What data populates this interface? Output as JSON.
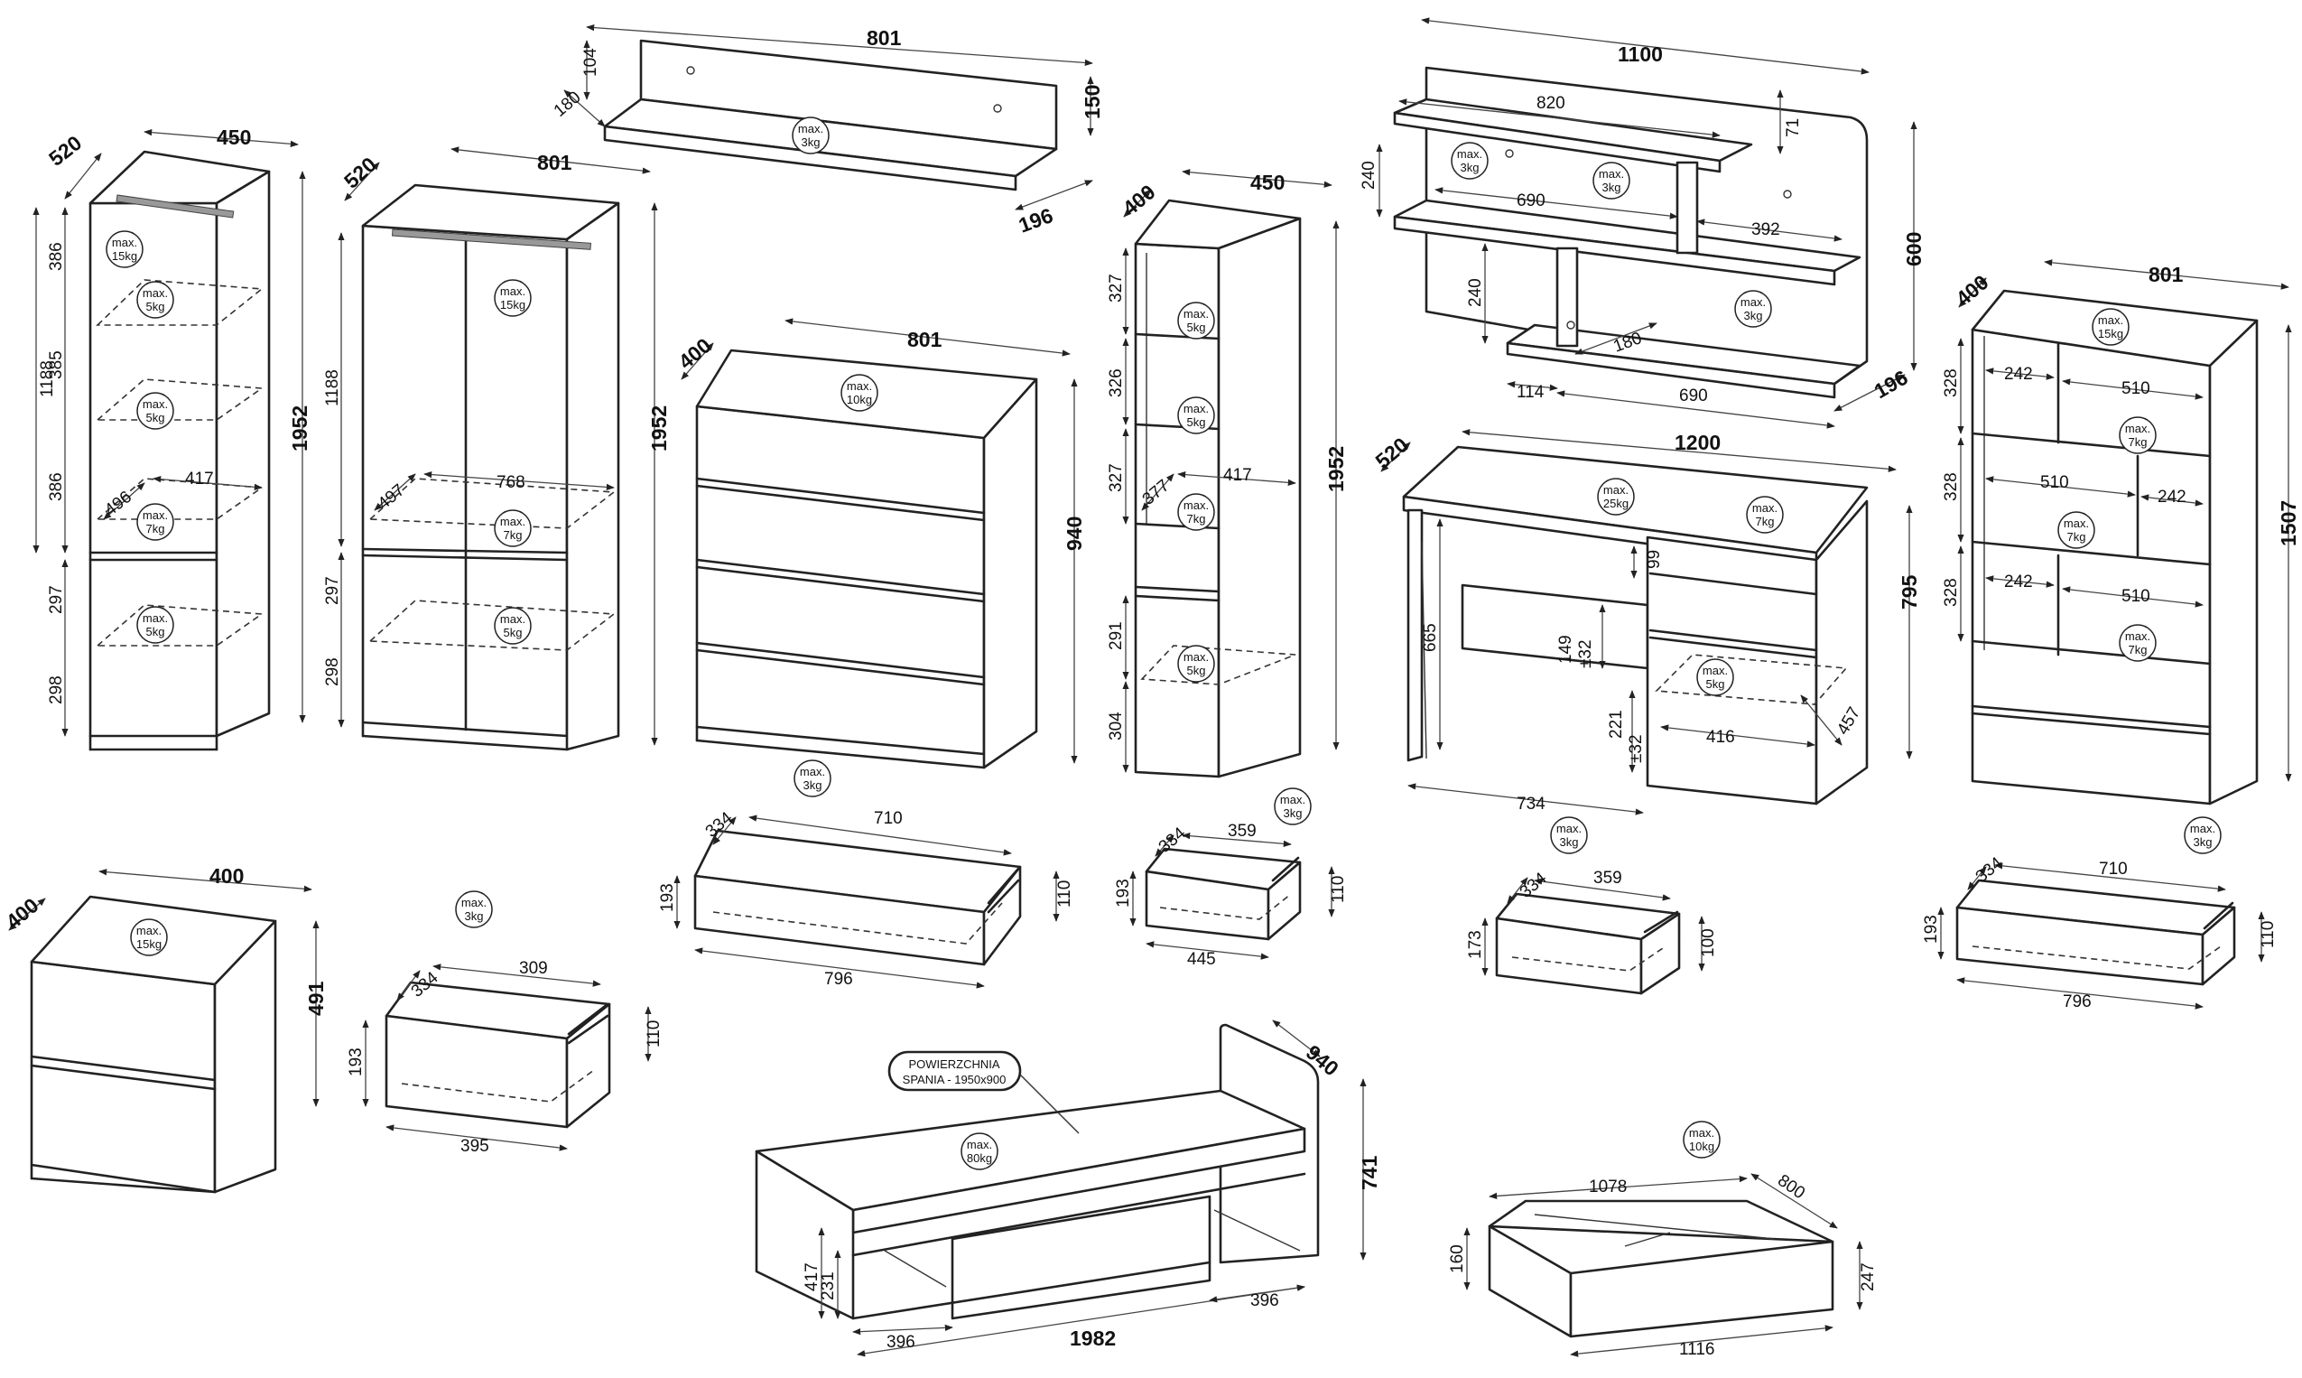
{
  "load_labels": {
    "max": "max.",
    "kg3": "3kg",
    "kg5": "5kg",
    "kg7": "7kg",
    "kg10": "10kg",
    "kg15": "15kg",
    "kg25": "25kg",
    "kg80": "80kg"
  },
  "bed_label": {
    "line1": "POWIERZCHNIA",
    "line2": "SPANIA - 1950x900"
  },
  "cabinet_narrow": {
    "depth": "520",
    "width": "450",
    "height": "1952",
    "upper_section": "1188",
    "shelf_1": "386",
    "shelf_2": "385",
    "shelf_3": "386",
    "lower_1": "297",
    "lower_2": "298",
    "shelf_depth": "496",
    "shelf_width": "417"
  },
  "wardrobe": {
    "depth": "520",
    "width": "801",
    "height": "1952",
    "upper_section": "1188",
    "lower_1": "297",
    "lower_2": "298",
    "shelf_depth": "497",
    "shelf_width": "768"
  },
  "wall_shelf": {
    "width": "801",
    "back_height": "104",
    "shelf_depth_top": "180",
    "height": "150",
    "depth": "196"
  },
  "chest_of_drawers": {
    "depth": "400",
    "width": "801",
    "height": "940",
    "drawer_depth": "334",
    "drawer_inner_width": "710",
    "drawer_height": "193",
    "drawer_side": "110",
    "drawer_width": "796"
  },
  "bookcase_narrow": {
    "depth": "400",
    "width": "450",
    "height": "1952",
    "shelf_1": "327",
    "shelf_2": "326",
    "shelf_3": "327",
    "lower_1": "291",
    "lower_2": "304",
    "shelf_depth": "377",
    "shelf_width": "417",
    "drawer_depth": "334",
    "drawer_inner_width": "359",
    "drawer_height": "193",
    "drawer_side": "110",
    "drawer_width": "445"
  },
  "wall_unit": {
    "width": "1100",
    "top_shelf": "820",
    "offset": "71",
    "height_a": "240",
    "height_b": "240",
    "mid_shelf": "690",
    "right_shelf": "392",
    "height": "600",
    "bottom_depth": "180",
    "side_offset": "114",
    "bottom_shelf": "690",
    "depth": "196"
  },
  "desk": {
    "depth": "520",
    "width": "1200",
    "height": "795",
    "leg_height": "665",
    "drawer_small": "99",
    "front_1": "149",
    "tol_1": "±32",
    "front_2": "221",
    "tol_2": "±32",
    "inner_width": "416",
    "inner_depth": "457",
    "knee_width": "734",
    "drawer_depth": "334",
    "drawer_inner_width": "359",
    "drawer_height": "173",
    "drawer_side": "100"
  },
  "bookcase_wide": {
    "depth": "400",
    "width": "801",
    "height": "1507",
    "row_1": "328",
    "row_2": "328",
    "row_3": "328",
    "cell_a": "242",
    "cell_b": "510",
    "cell_c": "510",
    "cell_d": "242",
    "cell_e": "242",
    "cell_f": "510",
    "drawer_depth": "334",
    "drawer_inner_width": "710",
    "drawer_height": "193",
    "drawer_side": "110",
    "drawer_width": "796"
  },
  "nightstand": {
    "depth": "400",
    "width": "400",
    "height": "491",
    "drawer_depth": "334",
    "drawer_inner_width": "309",
    "drawer_height": "193",
    "drawer_side": "110",
    "drawer_width": "395"
  },
  "bed": {
    "depth": "940",
    "height": "741",
    "length": "1982",
    "side_height": "417",
    "inner_height": "231",
    "left_opening": "396",
    "right_opening": "396"
  },
  "bed_drawer": {
    "width": "1078",
    "depth": "800",
    "side": "160",
    "height": "247",
    "total_width": "1116"
  }
}
